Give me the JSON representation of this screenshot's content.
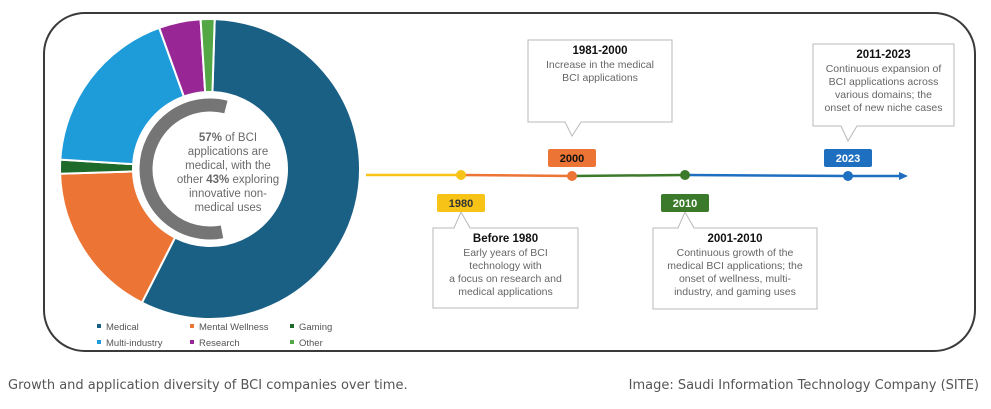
{
  "chart_data": {
    "type": "pie",
    "variant": "donut",
    "categories": [
      "Medical",
      "Mental Wellness",
      "Gaming",
      "Multi-industry",
      "Research",
      "Other"
    ],
    "values": [
      57,
      17,
      1.5,
      18.5,
      4.5,
      1.5
    ],
    "colors": [
      "#1a5f84",
      "#ec7434",
      "#1e6a2a",
      "#1e9bd9",
      "#982795",
      "#53a845"
    ],
    "center_text": {
      "line1_bold": "57%",
      "line1": " of BCI",
      "line2": "applications are",
      "line3": "medical, with the",
      "line4_pre": "other ",
      "line4_bold": "43%",
      "line4_post": " exploring",
      "line5": "innovative non-",
      "line6": "medical uses"
    },
    "inner_ring_value": 57,
    "inner_ring_color": "#757575",
    "legend": [
      {
        "label": "Medical",
        "color": "#1a5f84"
      },
      {
        "label": "Mental Wellness",
        "color": "#ec7434"
      },
      {
        "label": "Gaming",
        "color": "#1e6a2a"
      },
      {
        "label": "Multi-industry",
        "color": "#1e9bd9"
      },
      {
        "label": "Research",
        "color": "#982795"
      },
      {
        "label": "Other",
        "color": "#53a845"
      }
    ]
  },
  "timeline": {
    "milestones": [
      {
        "year": "1980",
        "color": "#f7c316",
        "text_color": "#333333",
        "title": "Before 1980",
        "lines": [
          "Early years of BCI",
          "technology with",
          "a focus on research and",
          "medical applications"
        ],
        "position": "below"
      },
      {
        "year": "2000",
        "color": "#ec7434",
        "text_color": "#111111",
        "title": "1981-2000",
        "lines": [
          "Increase in the medical",
          "BCI applications"
        ],
        "position": "above"
      },
      {
        "year": "2010",
        "color": "#3b7a2a",
        "text_color": "#ffffff",
        "title": "2001-2010",
        "lines": [
          "Continuous  growth of the",
          "medical BCI applications; the",
          "onset of wellness, multi-",
          "industry, and gaming uses"
        ],
        "position": "below"
      },
      {
        "year": "2023",
        "color": "#1f6fc0",
        "text_color": "#ffffff",
        "title": "2011-2023",
        "lines": [
          "Continuous expansion of",
          "BCI applications across",
          "various domains; the",
          "onset  of new niche cases"
        ],
        "position": "above"
      }
    ],
    "segment_colors": [
      "#f7c316",
      "#ec7434",
      "#3b7a2a",
      "#1f6fc0"
    ]
  },
  "captions": {
    "left": "Growth and application diversity of BCI companies over time.",
    "right": "Image: Saudi Information Technology Company (SITE)"
  }
}
